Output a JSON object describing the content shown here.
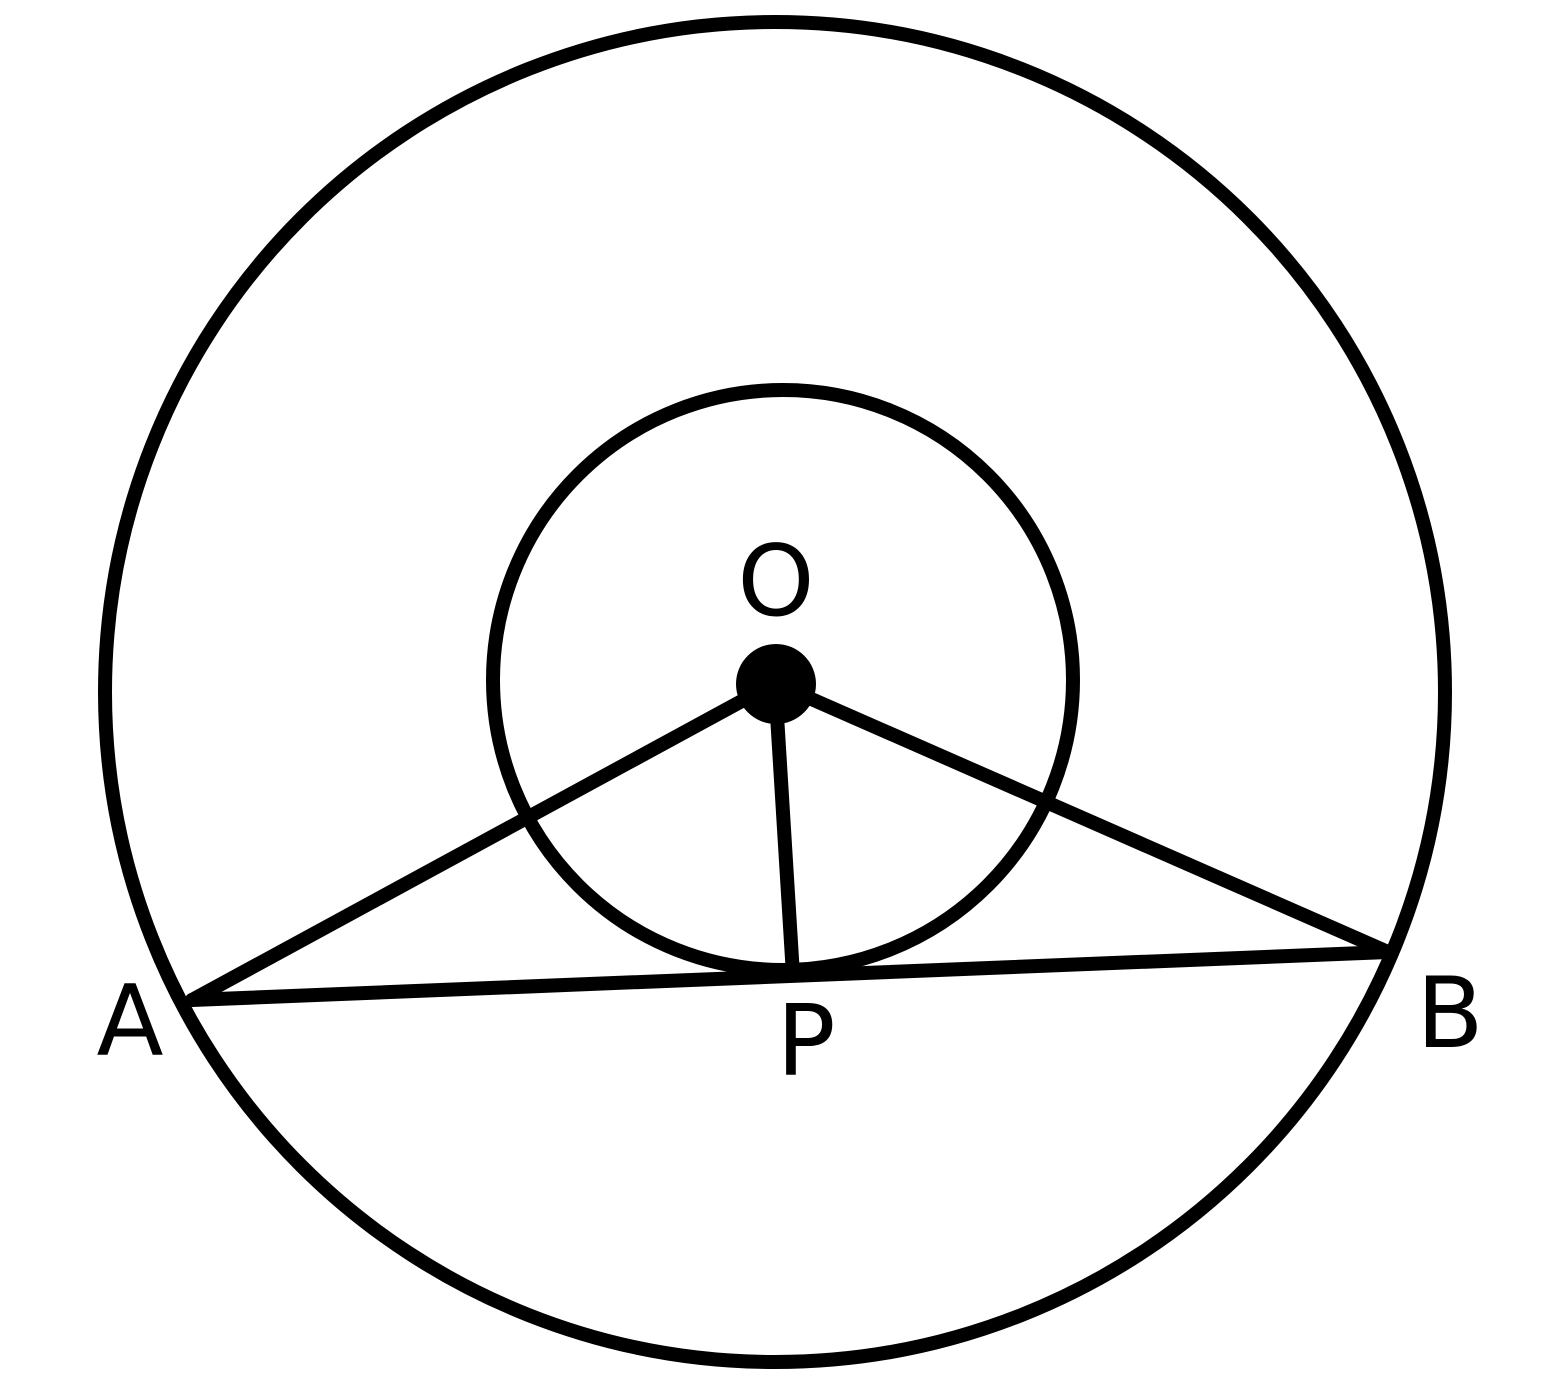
{
  "points": {
    "center": "O",
    "left_chord_end": "A",
    "right_chord_end": "B",
    "tangent_point": "P"
  },
  "colors": {
    "ink": "#000000",
    "background": "#ffffff"
  }
}
